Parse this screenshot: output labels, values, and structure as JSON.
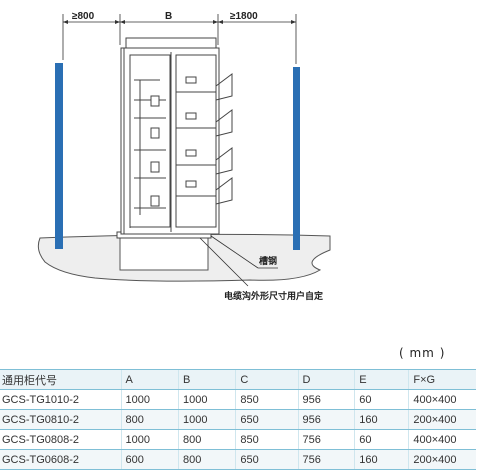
{
  "diagram": {
    "dimension_left": "≥800",
    "dimension_top": "B",
    "dimension_right": "≥1800",
    "label_steel": "槽钢",
    "label_trench": "电缆沟外形尺寸用户自定"
  },
  "unit_label": "( mm )",
  "table": {
    "headers": [
      "通用柜代号",
      "A",
      "B",
      "C",
      "D",
      "E",
      "F×G"
    ],
    "rows": [
      [
        "GCS-TG1010-2",
        "1000",
        "1000",
        "850",
        "956",
        "60",
        "400×400"
      ],
      [
        "GCS-TG0810-2",
        "800",
        "1000",
        "650",
        "956",
        "160",
        "200×400"
      ],
      [
        "GCS-TG0808-2",
        "1000",
        "800",
        "850",
        "756",
        "60",
        "400×400"
      ],
      [
        "GCS-TG0608-2",
        "600",
        "800",
        "650",
        "756",
        "160",
        "200×400"
      ]
    ]
  },
  "colors": {
    "wall_blue": "#2a6fb4",
    "table_line": "#7fbfd6"
  }
}
